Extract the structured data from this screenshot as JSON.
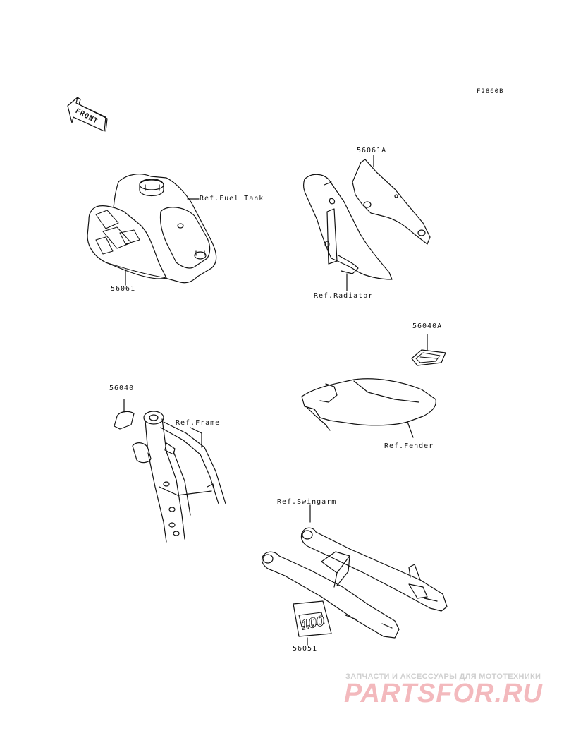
{
  "diagram": {
    "figure_code": "F2860B",
    "front_label": "FRONT",
    "parts": [
      {
        "key": "p56061",
        "number": "56061",
        "ref": "Ref.Fuel Tank"
      },
      {
        "key": "p56061a",
        "number": "56061A",
        "ref": "Ref.Radiator"
      },
      {
        "key": "p56040a",
        "number": "56040A",
        "ref": "Ref.Fender"
      },
      {
        "key": "p56040",
        "number": "56040",
        "ref": "Ref.Frame"
      },
      {
        "key": "p56051",
        "number": "56051",
        "ref": "Ref.Swingarm"
      }
    ],
    "decal_text": "100"
  },
  "watermark": {
    "tagline": "ЗАПЧАСТИ И АКСЕССУАРЫ ДЛЯ МОТОТЕХНИКИ",
    "logo": "PARTSFOR.RU"
  }
}
